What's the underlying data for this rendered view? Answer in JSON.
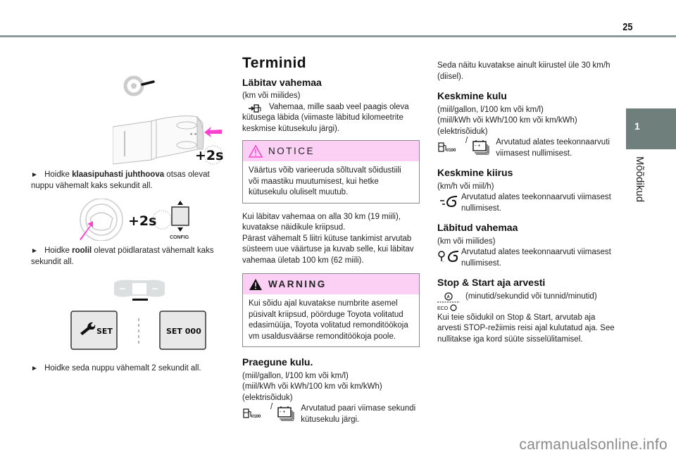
{
  "header": {
    "page_number": "25"
  },
  "side_tab": {
    "chapter_number": "1",
    "chapter_label": "Mõõdikud"
  },
  "left_column": {
    "fig1": {
      "badge": "+2s"
    },
    "step1": {
      "prefix": "Hoidke ",
      "bold": "klaasipuhasti juhthoova",
      "suffix": " otsas olevat nuppu vähemalt kaks sekundit all."
    },
    "fig2": {
      "badge": "+2s",
      "config_label": "CONFIG"
    },
    "step2": {
      "prefix": "Hoidke ",
      "bold": "roolil",
      "suffix": " olevat pöidlaratast vähemalt kaks sekundit all."
    },
    "fig3": {
      "set_label": "SET",
      "set_reset_label": "SET 000"
    },
    "step3": {
      "text": "Hoidke seda nuppu vähemalt 2 sekundit all."
    }
  },
  "middle_column": {
    "title": "Terminid",
    "range": {
      "heading": "Läbitav vahemaa",
      "units": "(km või miilides)",
      "description": "Vahemaa, mille saab veel paagis oleva kütusega läbida (viimaste läbitud kilomeetrite keskmise kütusekulu järgi)."
    },
    "notice": {
      "title": "NOTICE",
      "body": "Väärtus võib varieeruda sõltuvalt sõidustiili või maastiku muutumisest, kui hetke kütusekulu oluliselt muutub."
    },
    "range_text_1": "Kui läbitav vahemaa on alla 30 km (19 miili), kuvatakse näidikule kriipsud.",
    "range_text_2": "Pärast vähemalt 5 liitri kütuse tankimist arvutab süsteem uue väärtuse ja kuvab selle, kui läbitav vahemaa ületab 100 km (62 miili).",
    "warning": {
      "title": "WARNING",
      "body": "Kui sõidu ajal kuvatakse numbrite asemel püsivalt kriipsud, pöörduge Toyota volitatud edasimüüja, Toyota volitatud remonditöökoja vm usaldusväärse remonditöökoja poole."
    },
    "current": {
      "heading": "Praegune kulu.",
      "units_1": "(miil/gallon, l/100 km või km/l)",
      "units_2": "(miil/kWh või kWh/100 km või km/kWh)",
      "units_3": "(elektrisõiduk)",
      "separator": "/",
      "description": "Arvutatud paari viimase sekundi kütusekulu järgi.",
      "fuel_icon_label": "l/100"
    }
  },
  "right_column": {
    "diesel_note": "Seda näitu kuvatakse ainult kiirustel üle 30 km/h (diisel).",
    "average": {
      "heading": "Keskmine kulu",
      "units_1": "(miil/gallon, l/100 km või km/l)",
      "units_2": "(miil/kWh või kWh/100 km või km/kWh)",
      "units_3": "(elektrisõiduk)",
      "separator": "/",
      "description": "Arvutatud alates teekonnaarvuti viimasest nullimisest.",
      "fuel_icon_label": "l/100"
    },
    "speed": {
      "heading": "Keskmine kiirus",
      "units": "(km/h või miil/h)",
      "description": "Arvutatud alates teekonnaarvuti viimasest nullimisest."
    },
    "distance": {
      "heading": "Läbitud vahemaa",
      "units": "(km või miilides)",
      "description": "Arvutatud alates teekonnaarvuti viimasest nullimisest."
    },
    "stopstart": {
      "heading": "Stop & Start aja arvesti",
      "units": "(minutid/sekundid või tunnid/minutid)",
      "eco_label": "ECO",
      "description": "Kui teie sõidukil on Stop & Start, arvutab aja arvesti STOP-režiimis reisi ajal kulutatud aja. See nullitakse iga kord süüte sisselülitamisel."
    }
  },
  "watermark": "carmanualsonline.info",
  "colors": {
    "rule": "#8c9b99",
    "tab": "#6e7f7c",
    "callout_header": "#fbd0f4",
    "accent_pink": "#ff3fd0"
  }
}
